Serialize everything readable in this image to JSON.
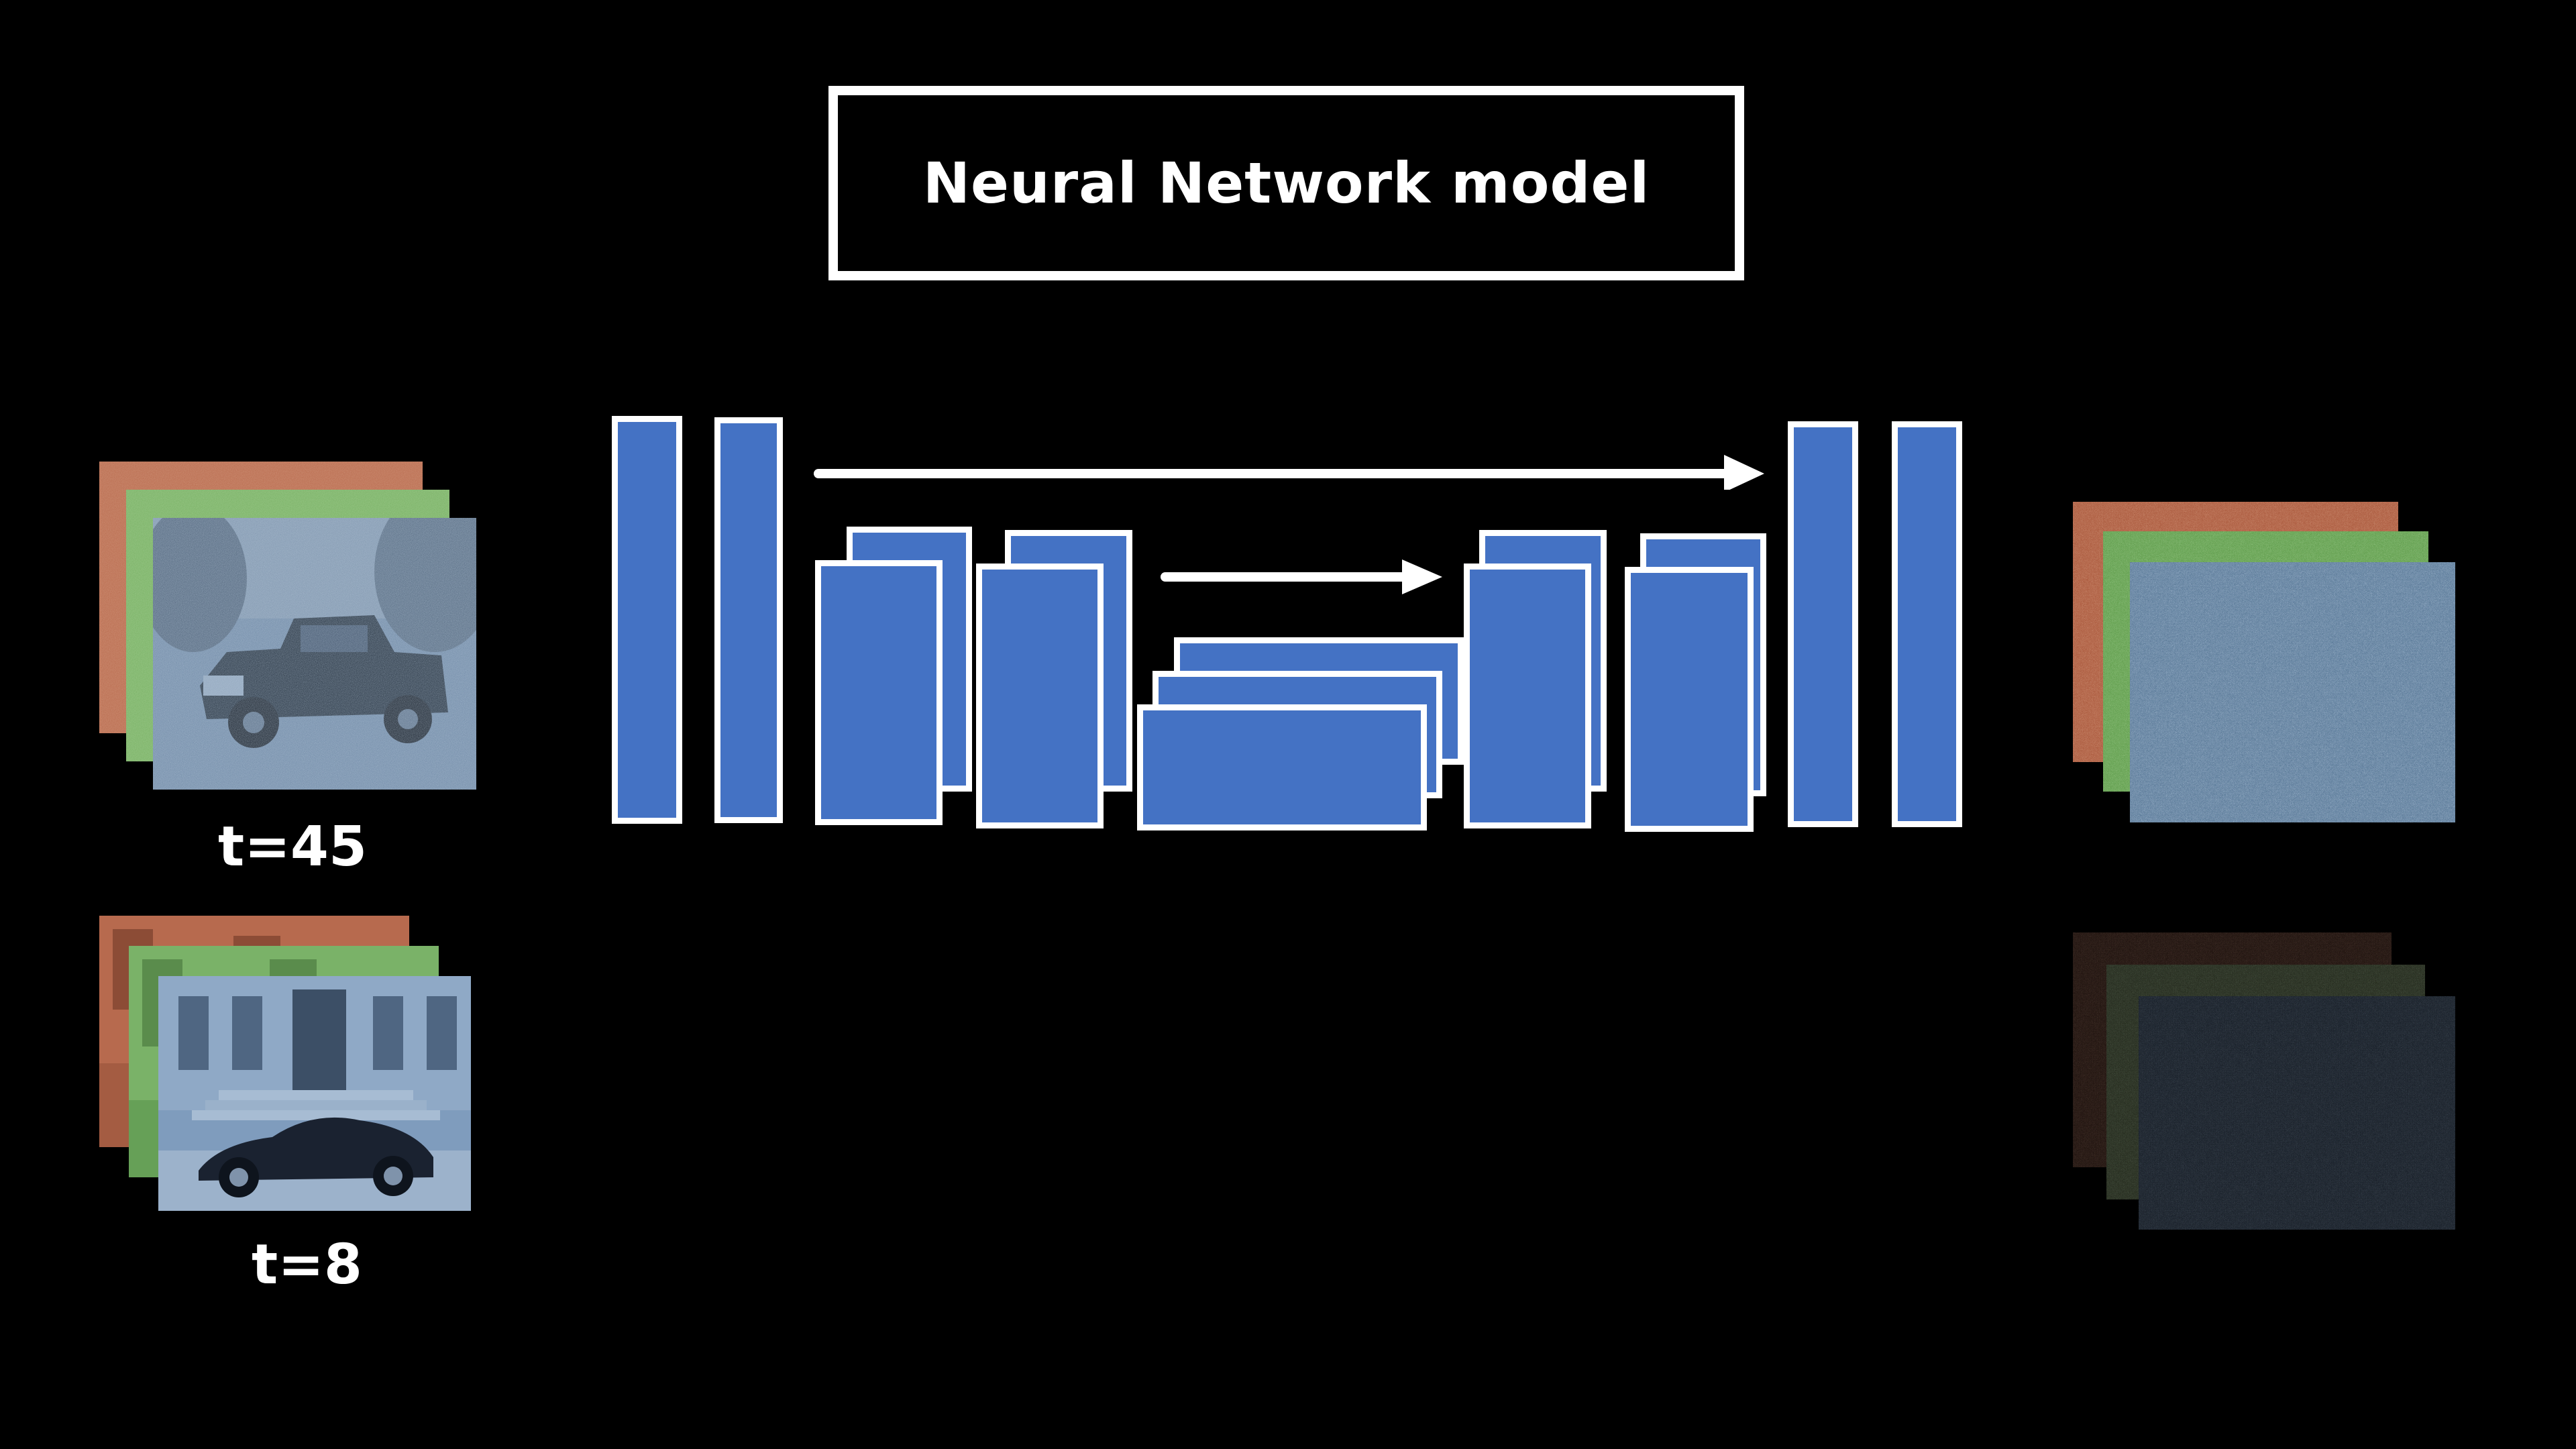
{
  "title": "Neural Network model",
  "inputs": [
    {
      "label": "t=45",
      "subject": "pickup truck photo with noise",
      "noise_level": "high"
    },
    {
      "label": "t=8",
      "subject": "sports car in front of building",
      "noise_level": "low"
    }
  ],
  "outputs": [
    {
      "subject": "predicted noise",
      "brightness": "bright"
    },
    {
      "subject": "predicted noise",
      "brightness": "dim"
    }
  ],
  "colors": {
    "background": "#000000",
    "block_fill": "#4472c4",
    "block_border": "#ffffff",
    "channel_red": "#c0684a",
    "channel_green": "#6fae5a",
    "channel_blue": "#6e8fb3",
    "arrow": "#ffffff"
  }
}
